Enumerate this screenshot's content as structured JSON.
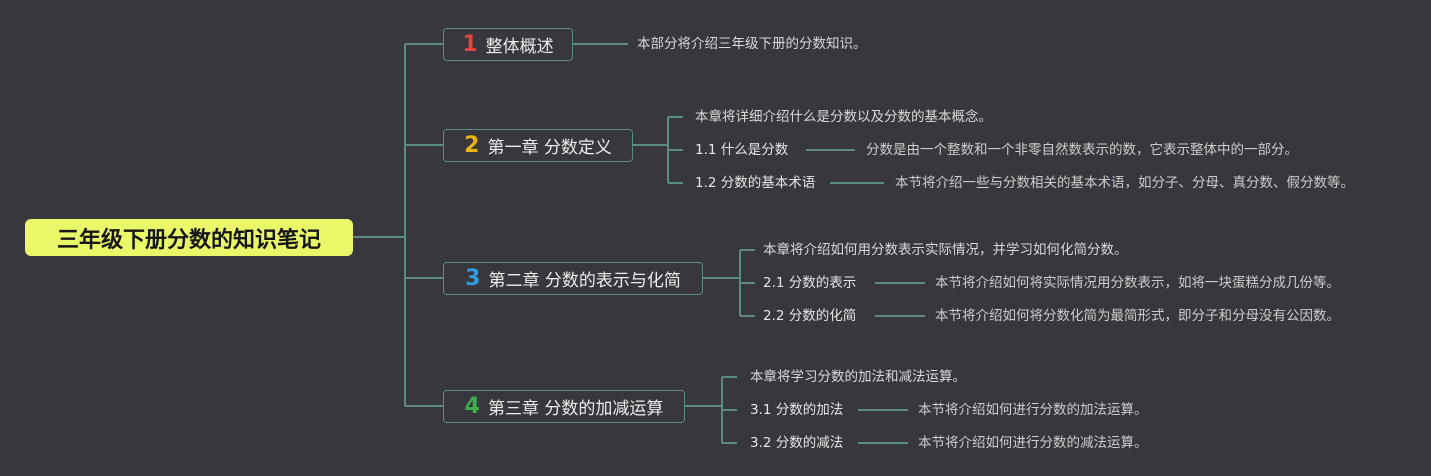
{
  "colors": {
    "background": "#37373d",
    "line": "#5c8a84",
    "root_bg": "#e9f768",
    "root_text": "#161616",
    "branch1_number": "#e5453f",
    "branch2_number": "#e7b416",
    "branch3_number": "#2f9de0",
    "branch4_number": "#3fae49"
  },
  "root": {
    "label": "三年级下册分数的知识笔记"
  },
  "branches": [
    {
      "number": "1",
      "number_color": "#e5453f",
      "label": "整体概述",
      "summary": "本部分将介绍三年级下册的分数知识。",
      "children": []
    },
    {
      "number": "2",
      "number_color": "#e7b416",
      "label": "第一章 分数定义",
      "summary": "本章将详细介绍什么是分数以及分数的基本概念。",
      "children": [
        {
          "label": "1.1 什么是分数",
          "description": "分数是由一个整数和一个非零自然数表示的数，它表示整体中的一部分。"
        },
        {
          "label": "1.2 分数的基本术语",
          "description": "本节将介绍一些与分数相关的基本术语，如分子、分母、真分数、假分数等。"
        }
      ]
    },
    {
      "number": "3",
      "number_color": "#2f9de0",
      "label": "第二章 分数的表示与化简",
      "summary": "本章将介绍如何用分数表示实际情况，并学习如何化简分数。",
      "children": [
        {
          "label": "2.1 分数的表示",
          "description": "本节将介绍如何将实际情况用分数表示，如将一块蛋糕分成几份等。"
        },
        {
          "label": "2.2 分数的化简",
          "description": "本节将介绍如何将分数化简为最简形式，即分子和分母没有公因数。"
        }
      ]
    },
    {
      "number": "4",
      "number_color": "#3fae49",
      "label": "第三章 分数的加减运算",
      "summary": "本章将学习分数的加法和减法运算。",
      "children": [
        {
          "label": "3.1 分数的加法",
          "description": "本节将介绍如何进行分数的加法运算。"
        },
        {
          "label": "3.2 分数的减法",
          "description": "本节将介绍如何进行分数的减法运算。"
        }
      ]
    }
  ]
}
